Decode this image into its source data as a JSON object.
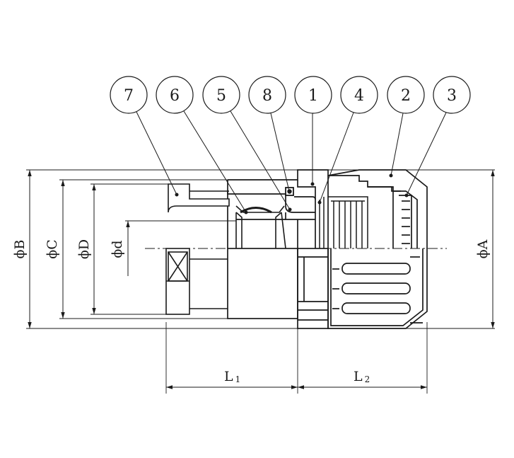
{
  "balloons": [
    "7",
    "6",
    "5",
    "8",
    "1",
    "4",
    "2",
    "3"
  ],
  "dimensions": {
    "phiB": "ϕB",
    "phiC": "ϕC",
    "phiD": "ϕD",
    "phid": "ϕd",
    "phiA": "ϕA",
    "L1": {
      "main": "L",
      "sub": "1"
    },
    "L2": {
      "main": "L",
      "sub": "2"
    }
  },
  "colors": {
    "line": "#1a1a1a",
    "background": "#ffffff"
  }
}
